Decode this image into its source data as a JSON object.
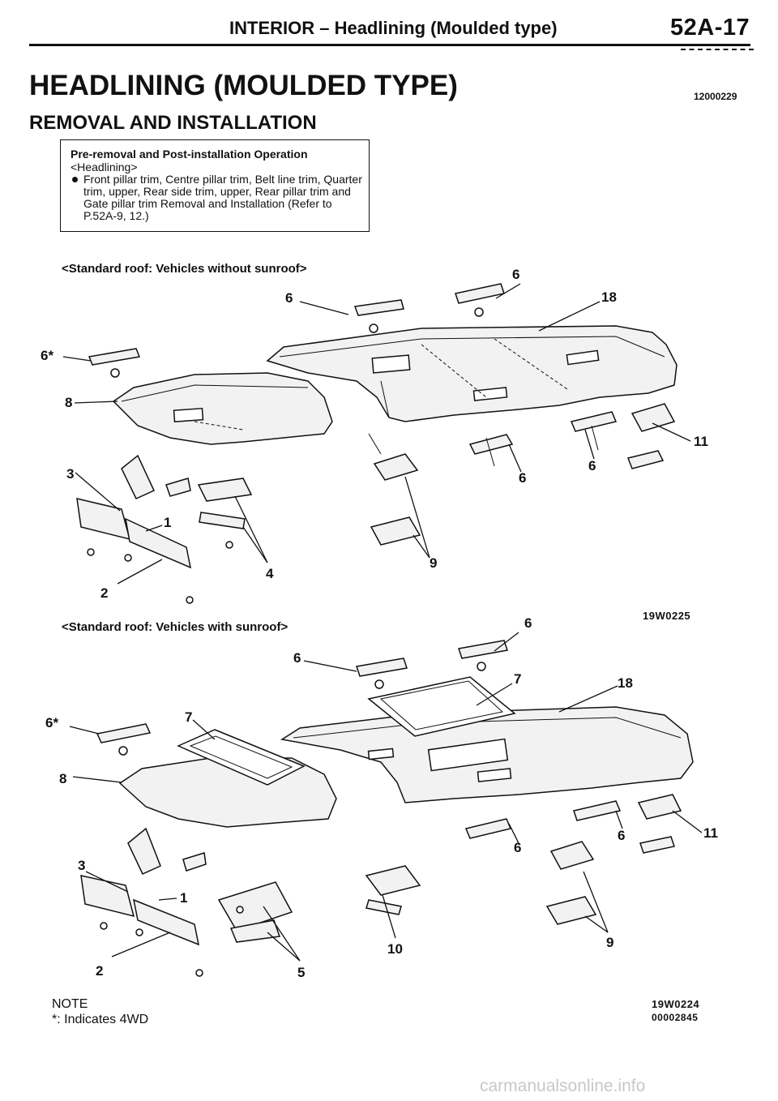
{
  "header": {
    "title": "INTERIOR – Headlining (Moulded type)",
    "page_number": "52A-17"
  },
  "heading": "HEADLINING (MOULDED TYPE)",
  "doc_code": "12000229",
  "subheading": "REMOVAL AND INSTALLATION",
  "operation_box": {
    "title": "Pre-removal and Post-installation Operation",
    "subtitle": "<Headlining>",
    "bullet": "Front pillar trim, Centre pillar trim, Belt line trim, Quarter trim, upper, Rear side trim, upper, Rear pillar trim and Gate pillar trim Removal and Installation (Refer to P.52A-9, 12.)"
  },
  "diagram_without_sunroof": {
    "caption": "<Standard roof: Vehicles without sunroof>",
    "figure_code": "19W0225",
    "labels": {
      "a6_top": "6",
      "a6_mid": "6",
      "a18": "18",
      "a6star": "6*",
      "a8": "8",
      "a11": "11",
      "a6_r1": "6",
      "a6_r2": "6",
      "a3": "3",
      "a1": "1",
      "a9": "9",
      "a4": "4",
      "a2": "2"
    }
  },
  "diagram_with_sunroof": {
    "caption": "<Standard roof: Vehicles with sunroof>",
    "figure_code": "19W0224",
    "labels": {
      "b6_top": "6",
      "b6_mid": "6",
      "b7_a": "7",
      "b18": "18",
      "b6star": "6*",
      "b7_b": "7",
      "b8": "8",
      "b6_r1": "6",
      "b11": "11",
      "b6_r2": "6",
      "b3": "3",
      "b1": "1",
      "b10": "10",
      "b9": "9",
      "b2": "2",
      "b5": "5"
    }
  },
  "note": {
    "title": "NOTE",
    "text": "*: Indicates 4WD"
  },
  "footer_code": "00002845",
  "watermark": "carmanualsonline.info"
}
